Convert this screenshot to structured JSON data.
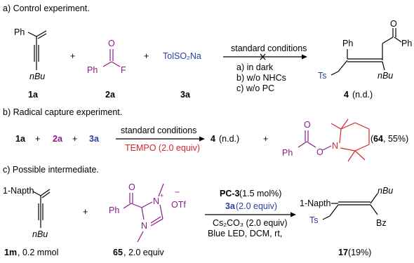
{
  "colors": {
    "purple": "#8b1a8b",
    "blue": "#2b3fa0",
    "red": "#d6262c",
    "black": "#000000"
  },
  "section_a": {
    "title": "a) Control experiment.",
    "reagent1": {
      "substituent": "Ph",
      "alkyl": "nBu",
      "label": "1a"
    },
    "reagent2": {
      "group": "Ph",
      "oxygen": "O",
      "fluorine": "F",
      "label": "2a"
    },
    "reagent3": {
      "formula": "TolSO₂Na",
      "label": "3a"
    },
    "plus": "+",
    "arrow_above": "standard conditions",
    "arrow_below": [
      "a) in dark",
      "b) w/o NHCs",
      "c) w/o PC"
    ],
    "product": {
      "phenyl": "Ph",
      "ketone_ph": "Ph",
      "oxygen": "O",
      "alkyl": "nBu",
      "ts": "Ts",
      "label": "4",
      "note": "(n.d.)"
    }
  },
  "section_b": {
    "title": "b) Radical capture experiment.",
    "reactants": [
      "1a",
      "2a",
      "3a"
    ],
    "plus": "+",
    "arrow_above": "standard conditions",
    "arrow_below": "TEMPO (2.0 equiv)",
    "product1": {
      "label": "4",
      "note": "(n.d.)"
    },
    "product2": {
      "phenyl": "Ph",
      "oxygen_carbonyl": "O",
      "oxygen_link": "O",
      "nitrogen": "N",
      "label": "64",
      "yield": ", 55%)",
      "open_paren": "("
    }
  },
  "section_c": {
    "title": "c) Possible intermediate.",
    "reagent1": {
      "aryl": "1-Napth",
      "alkyl": "nBu",
      "label": "1m",
      "amount": ", 0.2 mmol"
    },
    "reagent2": {
      "phenyl": "Ph",
      "oxygen": "O",
      "n_plus": "N",
      "n_plain": "N",
      "plus_sign": "+",
      "minus_sign": "−",
      "counter_ion": "OTf",
      "label": "65",
      "amount": ", 2.0 equiv"
    },
    "plus": "+",
    "conditions": {
      "catalyst": "PC-3",
      "catalyst_amount": " (1.5 mol%)",
      "reagent": "3a",
      "reagent_amount": " (2.0 equiv)",
      "base": "Cs₂CO₃ (2.0 equiv)",
      "misc": "Blue LED, DCM, rt,"
    },
    "product": {
      "aryl": "1-Napth",
      "alkyl": "nBu",
      "ts": "Ts",
      "bz": "Bz",
      "label": "17",
      "yield": " (19%)"
    }
  }
}
